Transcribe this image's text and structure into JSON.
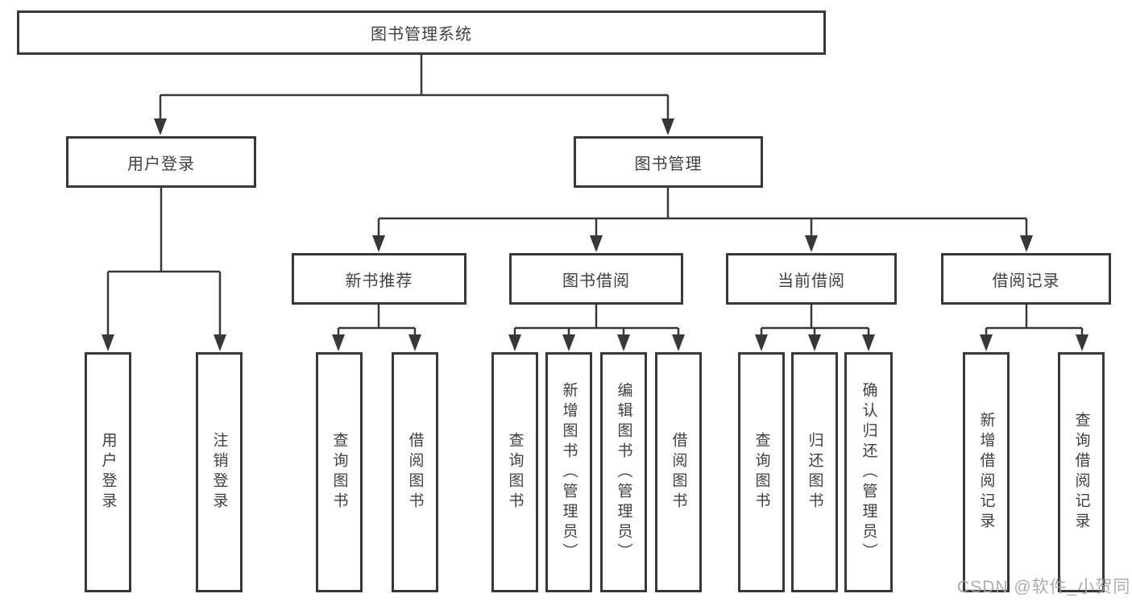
{
  "diagram": {
    "tree": {
      "label": "图书管理系统",
      "children": [
        {
          "label": "用户登录",
          "children": [
            {
              "label": "用户登录"
            },
            {
              "label": "注销登录"
            }
          ]
        },
        {
          "label": "图书管理",
          "children": [
            {
              "label": "新书推荐",
              "children": [
                {
                  "label": "查询图书"
                },
                {
                  "label": "借阅图书"
                }
              ]
            },
            {
              "label": "图书借阅",
              "children": [
                {
                  "label": "查询图书"
                },
                {
                  "label": "新增图书（管理员）"
                },
                {
                  "label": "编辑图书（管理员）"
                },
                {
                  "label": "借阅图书"
                }
              ]
            },
            {
              "label": "当前借阅",
              "children": [
                {
                  "label": "查询图书"
                },
                {
                  "label": "归还图书"
                },
                {
                  "label": "确认归还（管理员）"
                }
              ]
            },
            {
              "label": "借阅记录",
              "children": [
                {
                  "label": "新增借阅记录"
                },
                {
                  "label": "查询借阅记录"
                }
              ]
            }
          ]
        }
      ]
    },
    "colors": {
      "line": "#383838",
      "box_border": "#383838",
      "text": "#404040",
      "background": "#ffffff",
      "watermark": "#a3a3a3"
    }
  },
  "watermark": {
    "text": "CSDN @软件_小贺同学"
  }
}
